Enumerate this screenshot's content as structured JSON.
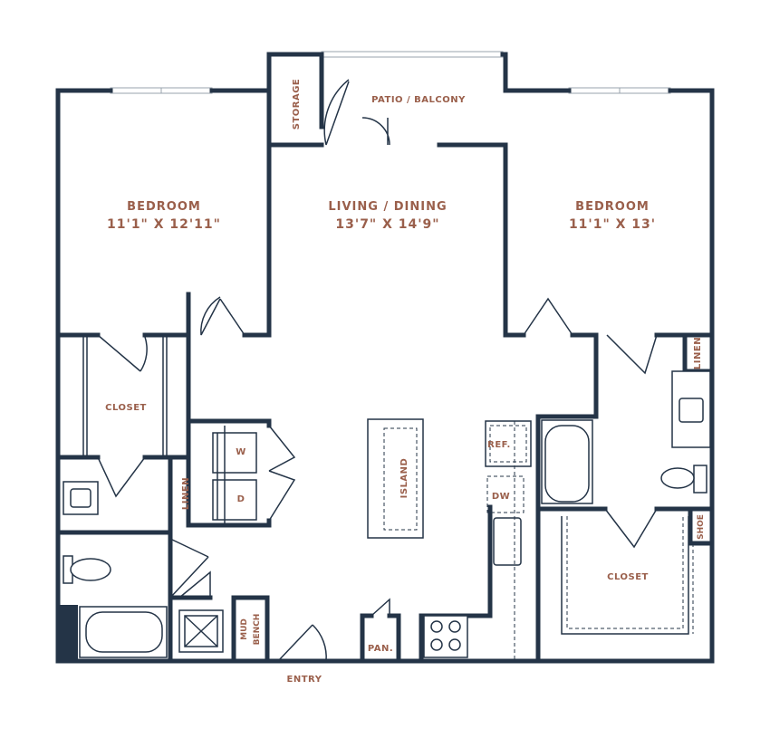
{
  "rooms": {
    "bedroom_left": {
      "name": "BEDROOM",
      "size": "11'1\" X 12'11\""
    },
    "living": {
      "name": "LIVING / DINING",
      "size": "13'7\" X 14'9\""
    },
    "bedroom_right": {
      "name": "BEDROOM",
      "size": "11'1\" X 13'"
    }
  },
  "labels": {
    "patio": "PATIO / BALCONY",
    "storage": "STORAGE",
    "closet_left": "CLOSET",
    "closet_right": "CLOSET",
    "linen_left": "LINEN",
    "linen_right": "LINEN",
    "washer": "W",
    "dryer": "D",
    "island": "ISLAND",
    "ref": "REF.",
    "dw": "DW",
    "pantry": "PAN.",
    "mud_bench_1": "MUD",
    "mud_bench_2": "BENCH",
    "shoe": "SHOE",
    "entry": "ENTRY"
  },
  "colors": {
    "wall": "#243447",
    "label": "#9a5f4b",
    "window": "#9aa3ad"
  }
}
